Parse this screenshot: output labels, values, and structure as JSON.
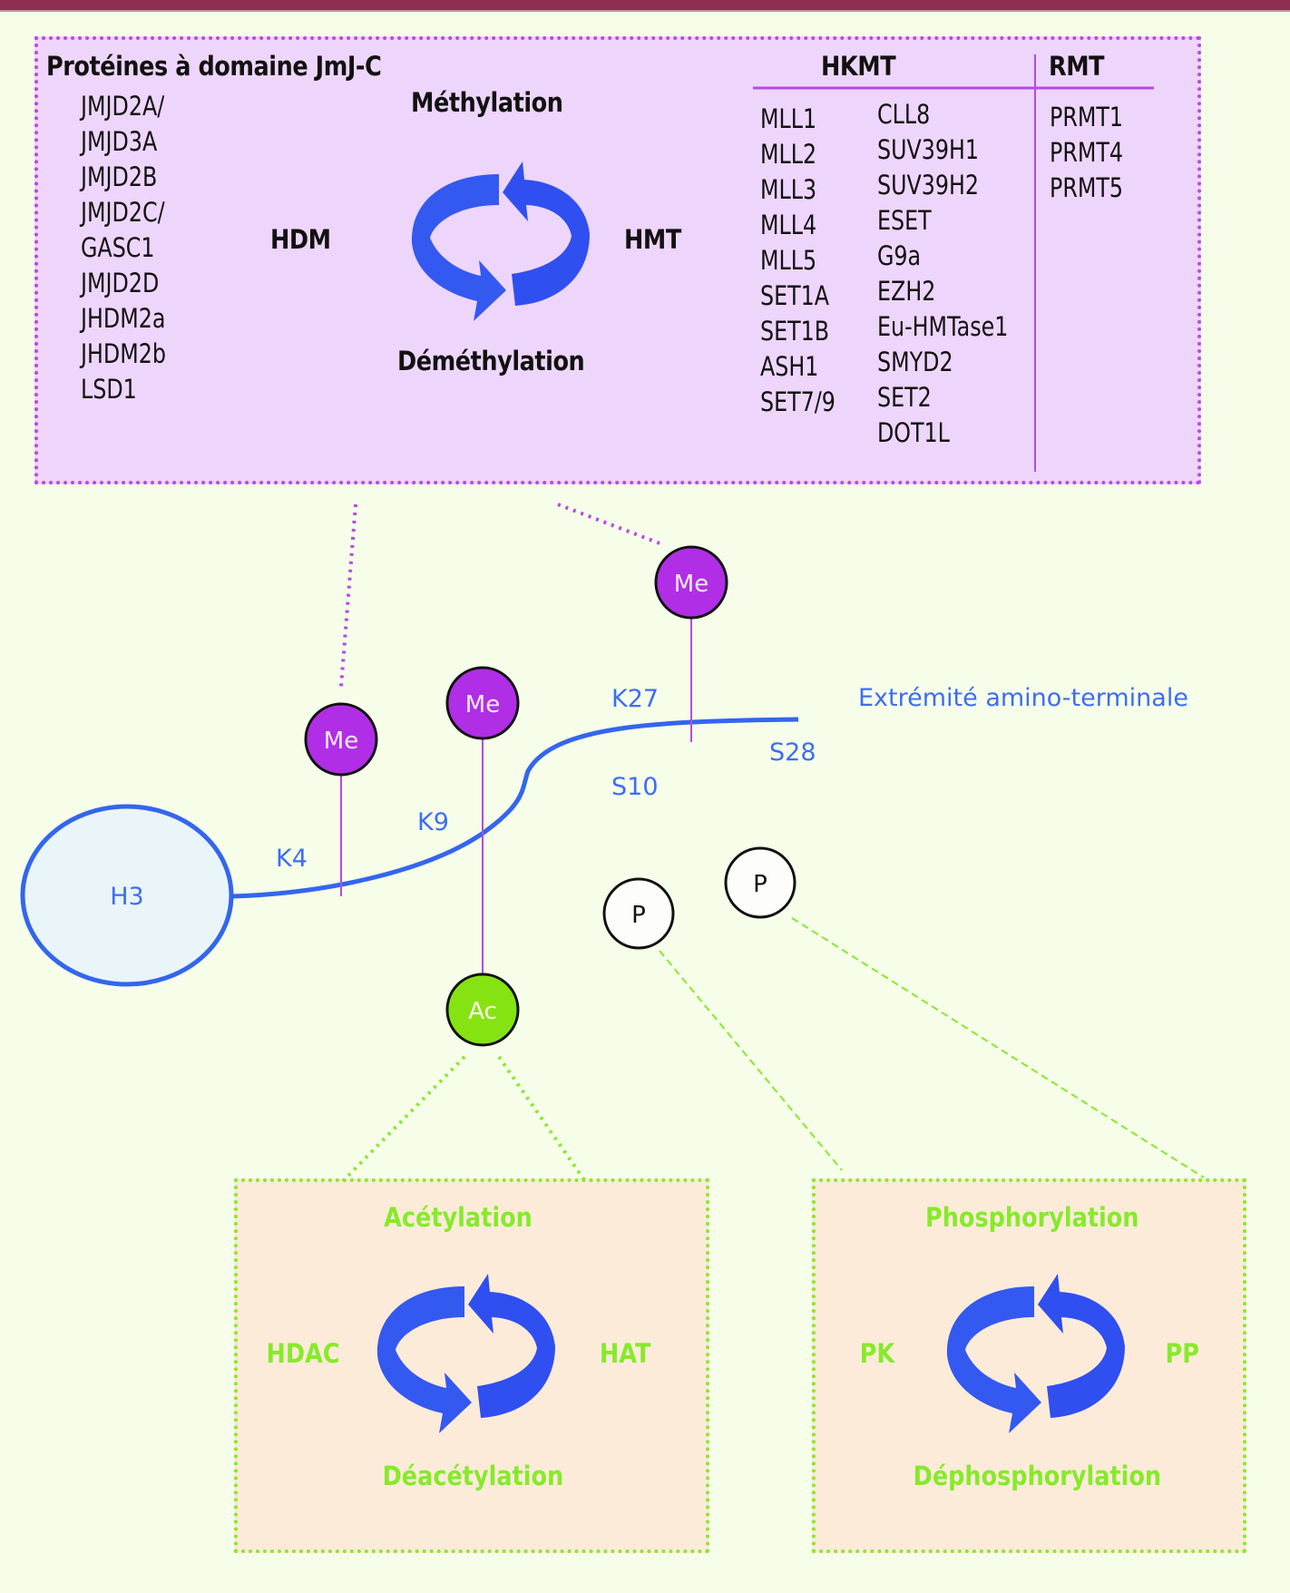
{
  "methylation_panel": {
    "jmjc_title": "Protéines à domaine JmJ-C",
    "jmjc_list": [
      "JMJD2A/",
      "JMJD3A",
      "JMJD2B",
      "JMJD2C/",
      "GASC1",
      "JMJD2D",
      "JHDM2a",
      "JHDM2b",
      "LSD1"
    ],
    "cycle": {
      "top": "Méthylation",
      "bottom": "Déméthylation",
      "left": "HDM",
      "right": "HMT",
      "icon": "cycle-arrows-icon"
    },
    "hkmt_header": "HKMT",
    "rmt_header": "RMT",
    "hkmt_col1": [
      "MLL1",
      "MLL2",
      "MLL3",
      "MLL4",
      "MLL5",
      "SET1A",
      "SET1B",
      "ASH1",
      "SET7/9"
    ],
    "hkmt_col2": [
      "CLL8",
      "SUV39H1",
      "SUV39H2",
      "ESET",
      "G9a",
      "EZH2",
      "Eu-HMTase1",
      "SMYD2",
      "SET2",
      "DOT1L"
    ],
    "rmt_list": [
      "PRMT1",
      "PRMT4",
      "PRMT5"
    ]
  },
  "histone": {
    "core_label": "H3",
    "tail_label": "Extrémité amino-terminale",
    "residues": [
      "K4",
      "K9",
      "K27",
      "S10",
      "S28"
    ],
    "marks": {
      "me": "Me",
      "ac": "Ac",
      "p": "P"
    }
  },
  "acetylation_panel": {
    "top": "Acétylation",
    "bottom": "Déacétylation",
    "left": "HDAC",
    "right": "HAT"
  },
  "phosphorylation_panel": {
    "top": "Phosphorylation",
    "bottom": "Déphosphorylation",
    "left": "PK",
    "right": "PP"
  },
  "colors": {
    "background": "#f6fde9",
    "header_bar": "#8e2f52",
    "methyl_box": "#eed5fb",
    "methyl_border": "#b54ae6",
    "me_circle": "#b02ee6",
    "ac_circle": "#85e312",
    "green_text": "#86ea2b",
    "blue": "#3d6ef0",
    "arrow_blue": "#2f55ee",
    "peach_box": "#fdebd9"
  }
}
